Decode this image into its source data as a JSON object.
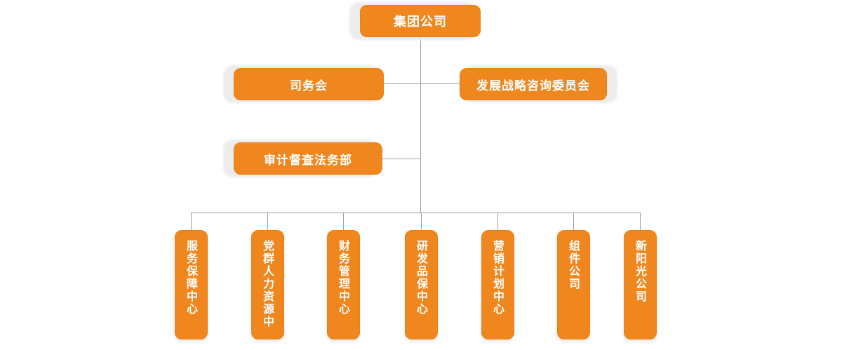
{
  "palette": {
    "node_fill": "#F0861E",
    "node_border": "#EA7F16",
    "node_text": "#FFFFFF",
    "connector_line": "#9F9F9F",
    "shadow": "#ECECEC",
    "background": "#FFFFFF"
  },
  "org": {
    "root": {
      "label": "集团公司"
    },
    "level2": [
      {
        "label": "司务会"
      },
      {
        "label": "发展战略咨询委员会"
      }
    ],
    "level3": [
      {
        "label": "审计督查法务部"
      }
    ],
    "children": [
      {
        "label": "服务保障中心"
      },
      {
        "label": "党群人力资源中心"
      },
      {
        "label": "财务管理中心"
      },
      {
        "label": "研发品保中心"
      },
      {
        "label": "营销计划中心"
      },
      {
        "label": "组件公司"
      },
      {
        "label": "新阳光公司"
      }
    ]
  }
}
